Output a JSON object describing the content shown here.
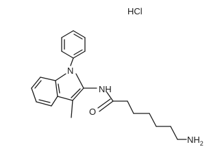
{
  "salt": {
    "label": "HCl"
  },
  "atoms": {
    "indole_nitrogen": "N",
    "amide_nitrogen": "N",
    "amide_hydrogen": "H",
    "carbonyl_oxygen": "O",
    "amine_nh": "NH",
    "amine_subscript": "2"
  },
  "style": {
    "ink_color": "#1a1a1a",
    "background": "#ffffff"
  }
}
